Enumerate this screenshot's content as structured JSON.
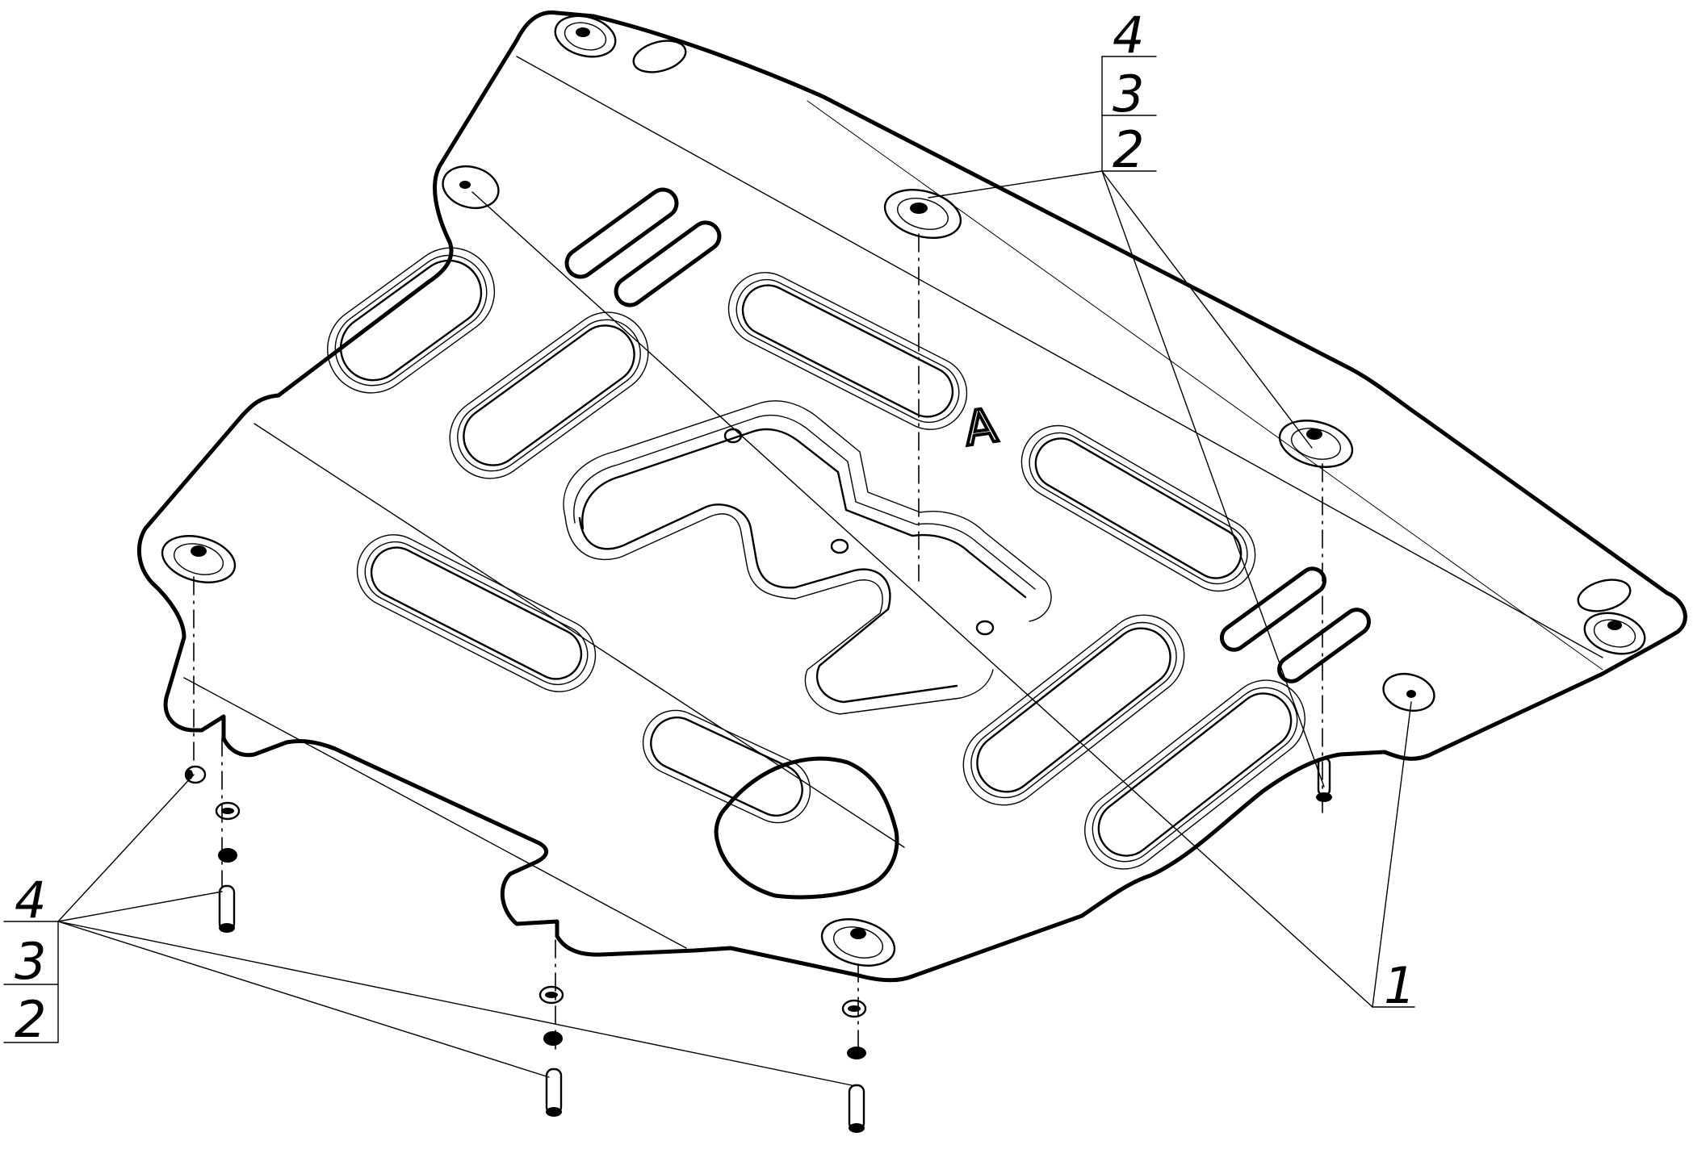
{
  "callouts": {
    "top_right": {
      "top": "4",
      "mid": "3",
      "bottom": "2"
    },
    "left": {
      "top": "4",
      "mid": "3",
      "bottom": "2"
    },
    "part": "1"
  },
  "plate_mark": "A",
  "colors": {
    "line": "#000000",
    "background": "#ffffff"
  }
}
